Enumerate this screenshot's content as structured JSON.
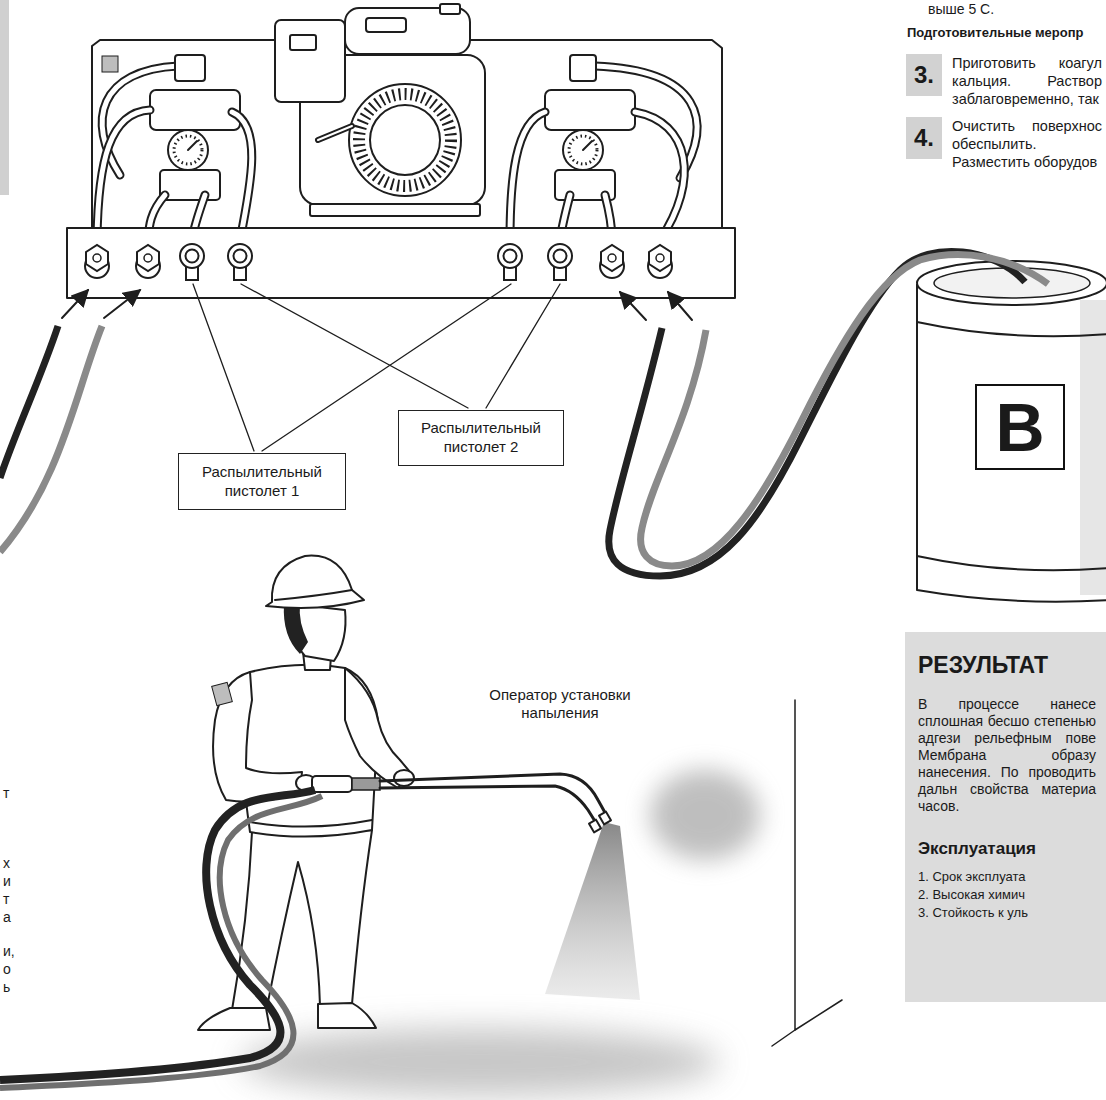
{
  "diagram": {
    "nodes": [
      {
        "text": [
          "3.",
          "Приготовить коагул кальция. Раствор заблаговременно, так"
        ]
      },
      {
        "text": [
          "4.",
          "Очистить поверхнос обеспылить.",
          "Разместить оборудов"
        ]
      },
      {
        "text": [
          "B"
        ]
      },
      {
        "text": [
          "Распылительный пистолет 2"
        ]
      },
      {
        "text": [
          "Распылительный пистолет 1"
        ]
      },
      {
        "text": [
          "РЕЗУЛЬТАТ",
          "В процессе нанесе сплошная бесшо степенью адгези рельефным пове Мембрана образу нанесения. По проводить дальн свойства материа часов.",
          "Эксплуатация",
          "1. Срок эксплуата",
          "2. Высокая химич",
          "3. Стойкость к уль"
        ]
      }
    ],
    "labels": [
      "выше 5 С.",
      "Подготовительные меропр",
      "Оператор установки напыления",
      "т",
      "х",
      "и",
      "т",
      "а",
      "и,",
      "о",
      "ь"
    ]
  }
}
